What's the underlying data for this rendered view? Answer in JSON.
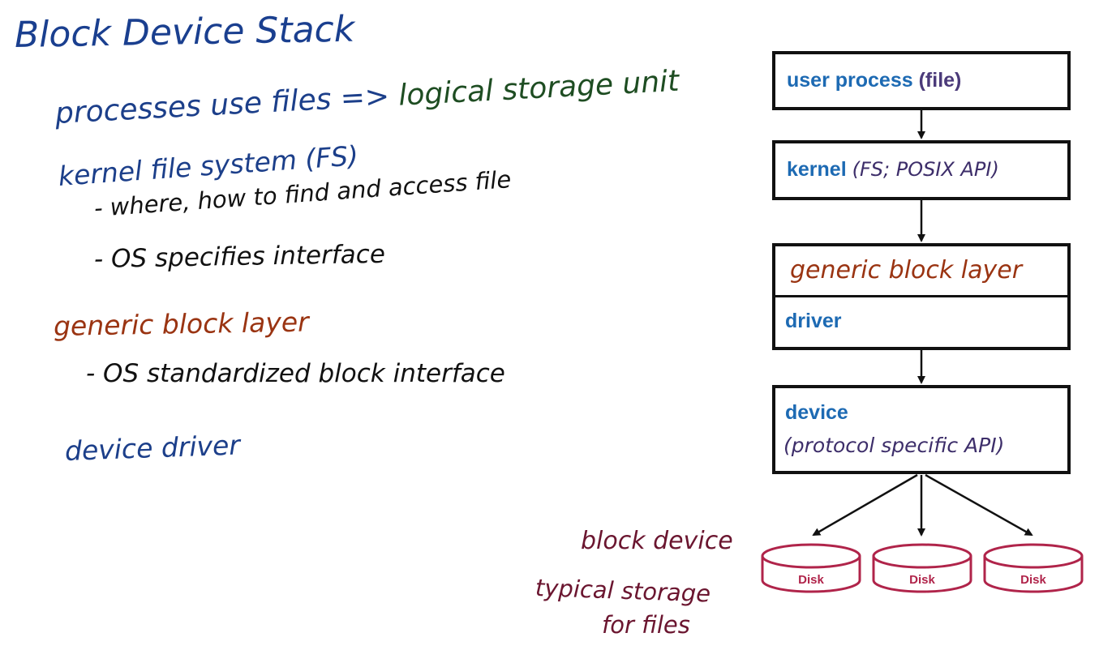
{
  "title": "Block Device Stack",
  "notes": {
    "processes_prefix": "processes use files =>",
    "processes_suffix": "logical storage unit",
    "kernel_fs": "kernel file system (FS)",
    "where": "- where, how to find and access file",
    "os_specifies": "- OS specifies  interface",
    "generic_block_layer": "generic block layer",
    "os_standardized": "- OS standardized  block interface",
    "device_driver": "device driver"
  },
  "stack": {
    "user_process": {
      "label": "user process",
      "detail": "(file)"
    },
    "kernel": {
      "label": "kernel",
      "detail": "(FS; POSIX API)"
    },
    "generic_block_layer": "generic block layer",
    "driver": "driver",
    "device": {
      "label": "device",
      "detail": "(protocol specific API)"
    }
  },
  "disks": [
    "Disk",
    "Disk",
    "Disk"
  ],
  "side_notes": {
    "block_device": "block device",
    "typical_storage": "typical storage",
    "for_files": "for files"
  },
  "colors": {
    "title": "#1a3f8f",
    "green": "#1e4d22",
    "rust": "#9a3412",
    "print_blue": "#1d6ab3",
    "disk": "#b0244a",
    "maroon": "#6b1630"
  }
}
